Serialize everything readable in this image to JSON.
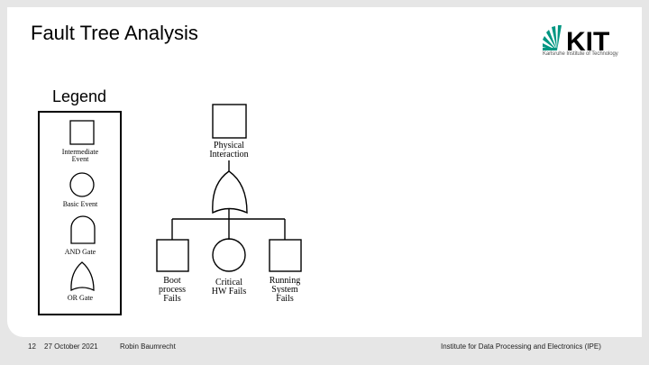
{
  "slide": {
    "title": "Fault Tree Analysis",
    "logo": {
      "wordmark": "KIT",
      "tagline": "Karlsruhe Institute of Technology"
    }
  },
  "legend": {
    "heading": "Legend",
    "items": [
      {
        "shape": "square",
        "label_line1": "Intermediate",
        "label_line2": "Event"
      },
      {
        "shape": "circle",
        "label_line1": "Basic Event",
        "label_line2": ""
      },
      {
        "shape": "and-gate",
        "label_line1": "AND Gate",
        "label_line2": ""
      },
      {
        "shape": "or-gate",
        "label_line1": "OR Gate",
        "label_line2": ""
      }
    ]
  },
  "tree": {
    "top_event": {
      "shape": "square",
      "label_line1": "Physical",
      "label_line2": "Interaction"
    },
    "gate": "or-gate",
    "children": [
      {
        "shape": "square",
        "label_line1": "Boot",
        "label_line2": "process",
        "label_line3": "Fails"
      },
      {
        "shape": "circle",
        "label_line1": "Critical",
        "label_line2": "HW Fails",
        "label_line3": ""
      },
      {
        "shape": "square",
        "label_line1": "Running",
        "label_line2": "System",
        "label_line3": "Fails"
      }
    ]
  },
  "footer": {
    "page_number": "12",
    "date": "27 October 2021",
    "author": "Robin Baumrecht",
    "institute": "Institute for Data Processing and Electronics (IPE)"
  }
}
